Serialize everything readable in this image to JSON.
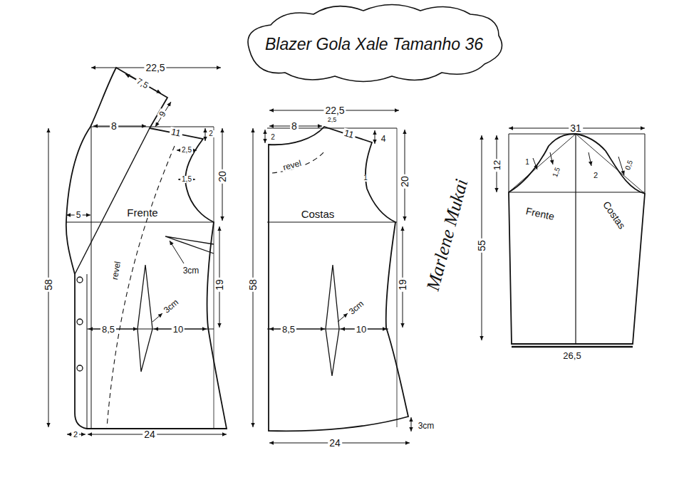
{
  "diagram": {
    "title": "Blazer Gola Xale Tamanho 36",
    "nodes": [
      {
        "text": [
          "Frente",
          "revel"
        ]
      },
      {
        "text": [
          "Costas",
          "revel"
        ]
      },
      {
        "text": [
          "Frente",
          "Costas"
        ]
      }
    ],
    "labels": [
      "22,5",
      "7,5",
      "9",
      "8",
      "11",
      "2",
      "2,5",
      "1,5",
      "20",
      "5",
      "58",
      "3cm",
      "19",
      "8,5",
      "3cm",
      "10",
      "2",
      "24",
      "22,5",
      "8",
      "2,5",
      "11",
      "2",
      "4",
      "1",
      "20",
      "58",
      "19",
      "3cm",
      "8,5",
      "10",
      "3cm",
      "24",
      "31",
      "12",
      "1",
      "1,5",
      "2",
      "0,5",
      "55",
      "26,5",
      "Marlene Mukai"
    ]
  }
}
